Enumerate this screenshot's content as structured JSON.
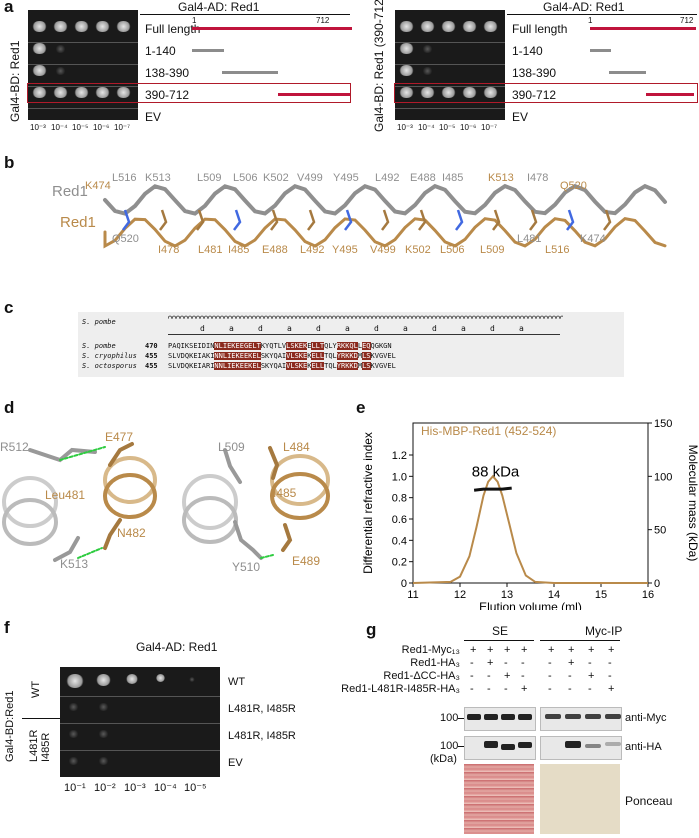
{
  "panel_a": {
    "label": "a",
    "left": {
      "axis_label": "Gal4-BD: Red1",
      "header": "Gal4-AD: Red1",
      "scale_start": "1",
      "scale_end": "712",
      "rows": [
        "Full length",
        "1-140",
        "138-390",
        "390-712",
        "EV"
      ],
      "dilutions": [
        "10⁻³",
        "10⁻⁴",
        "10⁻⁵",
        "10⁻⁶",
        "10⁻⁷"
      ]
    },
    "right": {
      "axis_label": "Gal4-BD: Red1 (390-712)",
      "header": "Gal4-AD: Red1",
      "scale_start": "1",
      "scale_end": "712",
      "rows": [
        "Full length",
        "1-140",
        "138-390",
        "390-712",
        "EV"
      ],
      "dilutions": [
        "10⁻³",
        "10⁻⁴",
        "10⁻⁵",
        "10⁻⁶",
        "10⁻⁷"
      ]
    },
    "colors": {
      "full": "#c0143c",
      "fragment": "#8c8c8c"
    }
  },
  "panel_b": {
    "label": "b",
    "chain_gray": "Red1",
    "chain_gold": "Red1",
    "top_labels": [
      "K474",
      "L516",
      "K513",
      "L509",
      "L506",
      "K502",
      "V499",
      "Y495",
      "L492",
      "E488",
      "I485",
      "K513",
      "I478",
      "Q520"
    ],
    "bottom_labels": [
      "Q520",
      "I478",
      "L481",
      "I485",
      "E488",
      "L492",
      "Y495",
      "V499",
      "K502",
      "L506",
      "L509",
      "L481",
      "L516",
      "K474"
    ],
    "colors": {
      "gray": "#8f8f8f",
      "gold": "#b98a4a"
    }
  },
  "panel_c": {
    "label": "c",
    "header_species": "S. pombe",
    "heptad": [
      "d",
      "a",
      "d",
      "a",
      "d",
      "a",
      "d",
      "a",
      "d",
      "a",
      "d",
      "a"
    ],
    "rows": [
      {
        "species": "S. pombe",
        "start": "470",
        "seq": "PAQIKSEIDINNLIEKEEGELTKYQTLVLSKEKELLTQLYRKKQLLEQQGKGN"
      },
      {
        "species": "S. cryophilus",
        "start": "455",
        "seq": "SLVDQKEIAKINNLIEKEEKELSKYQAIVLSKEKELLTQLYRKKDMLSKVGVEL"
      },
      {
        "species": "S. octosporus",
        "start": "455",
        "seq": "SLVDQKEIARINNLIEKEEKELSKYQAIVLSKEKELLTQLYRKKDMLSKVGVEL"
      }
    ]
  },
  "panel_d": {
    "label": "d",
    "left_labels": [
      "R512",
      "E477",
      "Leu481",
      "N482",
      "K513"
    ],
    "right_labels": [
      "L509",
      "L484",
      "I485",
      "Y510",
      "E489"
    ]
  },
  "panel_e": {
    "label": "e",
    "chart_data": {
      "type": "line",
      "title": "His-MBP-Red1 (452-524)",
      "annotation": "88 kDa",
      "xlabel": "Elution volume (ml)",
      "ylabel": "Differential refractive index",
      "y2label": "Molecular mass (kDa)",
      "xlim": [
        11,
        16
      ],
      "ylim": [
        0,
        1.5
      ],
      "y2lim": [
        0,
        150
      ],
      "xticks": [
        "11",
        "12",
        "13",
        "14",
        "15",
        "16"
      ],
      "yticks": [
        "0",
        "0.2",
        "0.4",
        "0.6",
        "0.8",
        "1.0",
        "1.2"
      ],
      "y2ticks": [
        "0",
        "50",
        "100",
        "150"
      ],
      "series": [
        {
          "x": [
            11.0,
            11.8,
            12.0,
            12.2,
            12.35,
            12.5,
            12.6,
            12.7,
            12.8,
            12.9,
            13.05,
            13.2,
            13.4,
            13.6,
            14.0,
            16.0
          ],
          "y": [
            0.0,
            0.01,
            0.06,
            0.25,
            0.52,
            0.82,
            0.95,
            1.0,
            0.95,
            0.82,
            0.55,
            0.28,
            0.07,
            0.01,
            0.0,
            0.0
          ],
          "color": "#b98a4a"
        },
        {
          "x": [
            12.3,
            12.5,
            12.7,
            12.9,
            13.1
          ],
          "y2": [
            87,
            88,
            88,
            88,
            89
          ],
          "color": "#111111"
        }
      ]
    }
  },
  "panel_f": {
    "label": "f",
    "header": "Gal4-AD: Red1",
    "axis_label": "Gal4-BD:Red1",
    "groups": [
      "WT",
      "L481R I485R"
    ],
    "rows": [
      "WT",
      "L481R, I485R",
      "L481R, I485R",
      "EV"
    ],
    "dilutions": [
      "10⁻¹",
      "10⁻²",
      "10⁻³",
      "10⁻⁴",
      "10⁻⁵"
    ]
  },
  "panel_g": {
    "label": "g",
    "groups": [
      "SE",
      "Myc-IP"
    ],
    "row_labels": [
      "Red1-Myc₁₃",
      "Red1-HA₃",
      "Red1-ΔCC-HA₃",
      "Red1-L481R-I485R-HA₃"
    ],
    "signs": [
      [
        "+",
        "+",
        "+",
        "+",
        "+",
        "+",
        "+",
        "+"
      ],
      [
        "-",
        "+",
        "-",
        "-",
        "-",
        "+",
        "-",
        "-"
      ],
      [
        "-",
        "-",
        "+",
        "-",
        "-",
        "-",
        "+",
        "-"
      ],
      [
        "-",
        "-",
        "-",
        "+",
        "-",
        "-",
        "-",
        "+"
      ]
    ],
    "marker_1": "100",
    "marker_2": "100",
    "marker_unit": "(kDa)",
    "blots": [
      "anti-Myc",
      "anti-HA",
      "Ponceau"
    ]
  }
}
